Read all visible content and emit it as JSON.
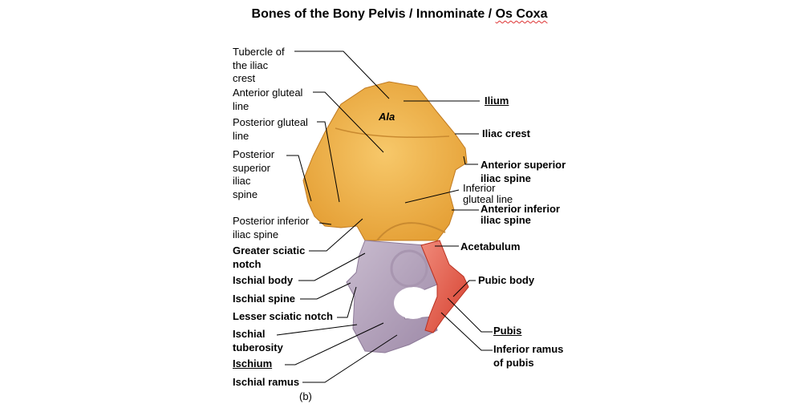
{
  "title": {
    "main": "Bones of the Bony Pelvis / Innominate / ",
    "misspelled": "Os Coxa"
  },
  "figure_label": "(b)",
  "region_label": "Ala",
  "left_labels": [
    {
      "id": "tubercle",
      "text": "Tubercle of\nthe iliac\ncrest"
    },
    {
      "id": "ant-gluteal",
      "text": "Anterior gluteal\nline"
    },
    {
      "id": "post-gluteal",
      "text": "Posterior gluteal\nline"
    },
    {
      "id": "psis",
      "text": "Posterior\nsuperior\niliac\nspine"
    },
    {
      "id": "piis",
      "text": "Posterior inferior\niliac spine"
    },
    {
      "id": "greater-sciatic",
      "text": "Greater sciatic\nnotch"
    },
    {
      "id": "ischial-body",
      "text": "Ischial body"
    },
    {
      "id": "ischial-spine",
      "text": "Ischial spine"
    },
    {
      "id": "lesser-sciatic",
      "text": "Lesser sciatic notch"
    },
    {
      "id": "ischial-tuberosity",
      "text": "Ischial\ntuberosity"
    },
    {
      "id": "ischium",
      "text": "Ischium"
    },
    {
      "id": "ischial-ramus",
      "text": "Ischial ramus"
    }
  ],
  "right_labels": [
    {
      "id": "ilium",
      "text": "Ilium"
    },
    {
      "id": "iliac-crest",
      "text": "Iliac crest"
    },
    {
      "id": "asis",
      "text": "Anterior superior\niliac spine"
    },
    {
      "id": "inf-gluteal",
      "text": "Inferior\ngluteal line"
    },
    {
      "id": "aiis",
      "text": "Anterior inferior\niliac spine"
    },
    {
      "id": "acetabulum",
      "text": "Acetabulum"
    },
    {
      "id": "pubic-body",
      "text": "Pubic body"
    },
    {
      "id": "pubis",
      "text": "Pubis"
    },
    {
      "id": "inf-ramus",
      "text": "Inferior ramus\nof pubis"
    }
  ],
  "colors": {
    "ilium": "#f0b445",
    "ischium": "#b7a7bf",
    "pubis": "#e8604f"
  }
}
